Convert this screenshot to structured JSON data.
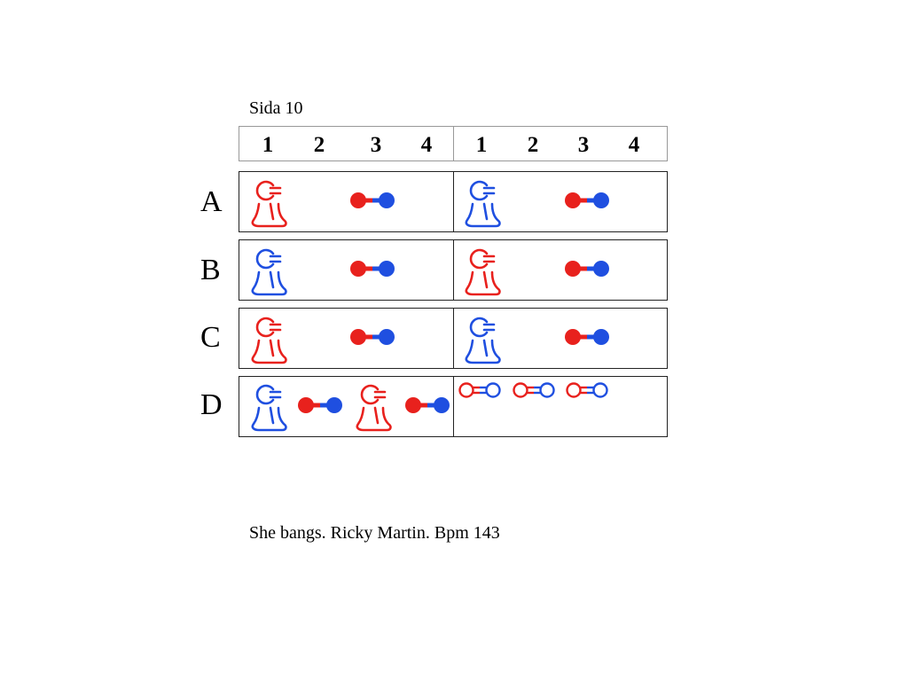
{
  "title": "Sida 10",
  "header_counts": [
    "1",
    "2",
    "3",
    "4",
    "1",
    "2",
    "3",
    "4"
  ],
  "colors": {
    "red": "#e8211d",
    "blue": "#1f4fe0"
  },
  "rows": [
    {
      "label": "A",
      "halves": [
        [
          "foot-red",
          "dumbbell-red-blue"
        ],
        [
          "foot-blue",
          "dumbbell-red-blue"
        ]
      ]
    },
    {
      "label": "B",
      "halves": [
        [
          "foot-blue",
          "dumbbell-red-blue"
        ],
        [
          "foot-red",
          "dumbbell-red-blue"
        ]
      ]
    },
    {
      "label": "C",
      "halves": [
        [
          "foot-red",
          "dumbbell-red-blue"
        ],
        [
          "foot-blue",
          "dumbbell-red-blue"
        ]
      ]
    },
    {
      "label": "D",
      "halves": [
        [
          "foot-blue",
          "dumbbell-red-blue",
          "foot-red",
          "dumbbell-red-blue"
        ],
        [
          "hollow-dumbbell-red-blue",
          "hollow-dumbbell-red-blue",
          "hollow-dumbbell-red-blue"
        ]
      ]
    }
  ],
  "footer": "She bangs. Ricky Martin. Bpm 143"
}
